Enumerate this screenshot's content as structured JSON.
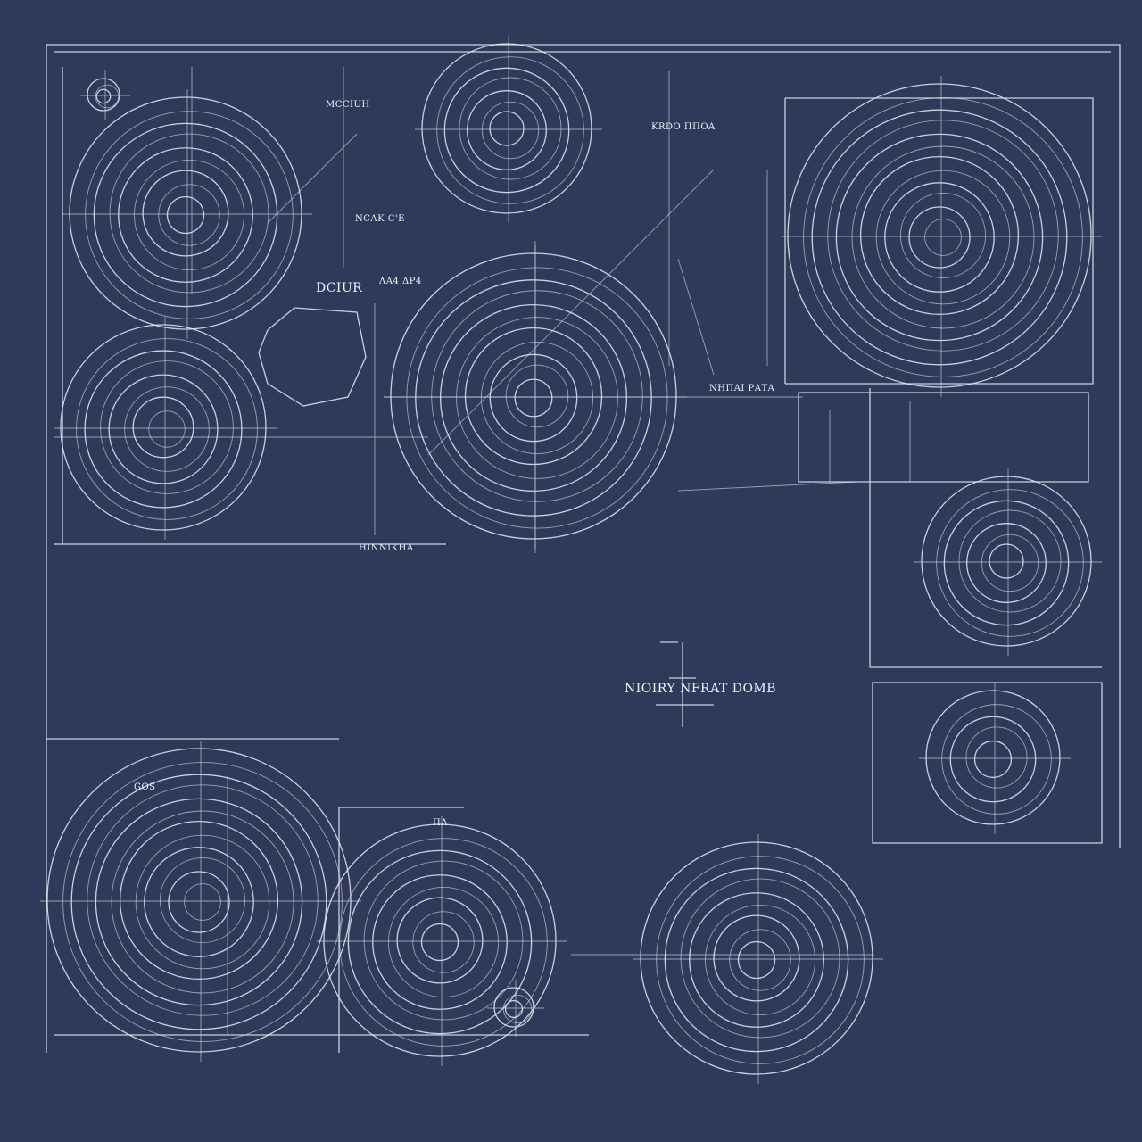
{
  "background_color": "#2f3a5a",
  "line_color": "#e6ebf5",
  "labels": {
    "center_title": "NIOIRY NFRAT DOMB",
    "left_title": "DCIUR",
    "left_title_sub": "ΛΑ4 ΔΡ4",
    "top_note": "MCCIUH",
    "top_right_note": "KRDO ΠΠΟΑ",
    "mid_note": "NCAK C'E",
    "right_note": "ΝΗΠΑΙ ΡΑΤΑ",
    "bottom_left_note": "GOS",
    "bottom_mid_note": "ΠΑ",
    "small_note": "ΗΙΝΝΙΚΗΑ"
  }
}
